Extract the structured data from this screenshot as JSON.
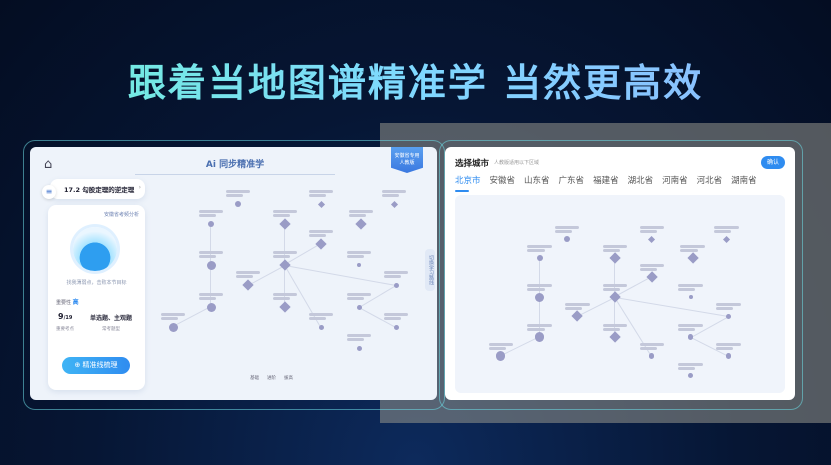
{
  "headline": "跟着当地图谱精准学 当然更高效",
  "left": {
    "title": "Ai 同步精准学",
    "badge_line1": "安徽省专用",
    "badge_line2": "人教版",
    "chapter": "17.2 勾股定理的逆定理",
    "analysis_label": "安徽省考频分析",
    "hint": "找我薄弱点，击败本节目标",
    "importance_label": "重要性",
    "importance_value": "高",
    "points_value": "9",
    "points_total": "/19",
    "points_label": "重要考点",
    "types_value": "单选题、主观题",
    "types_label": "常考题型",
    "cta": "精准线梳理",
    "side_tab": "切换学习路线",
    "legend": [
      "基础",
      "进阶",
      "拔高"
    ]
  },
  "right": {
    "title": "选择城市",
    "subtitle": "人教版适用以下区域",
    "confirm": "确认",
    "tabs": [
      "北京市",
      "安徽省",
      "山东省",
      "广东省",
      "福建省",
      "湖北省",
      "河南省",
      "河北省",
      "湖南省"
    ],
    "active_tab": 0
  },
  "colors": {
    "accent": "#2f8cf0",
    "node": "#9a9cc6",
    "teal": "#6ff0d6"
  }
}
